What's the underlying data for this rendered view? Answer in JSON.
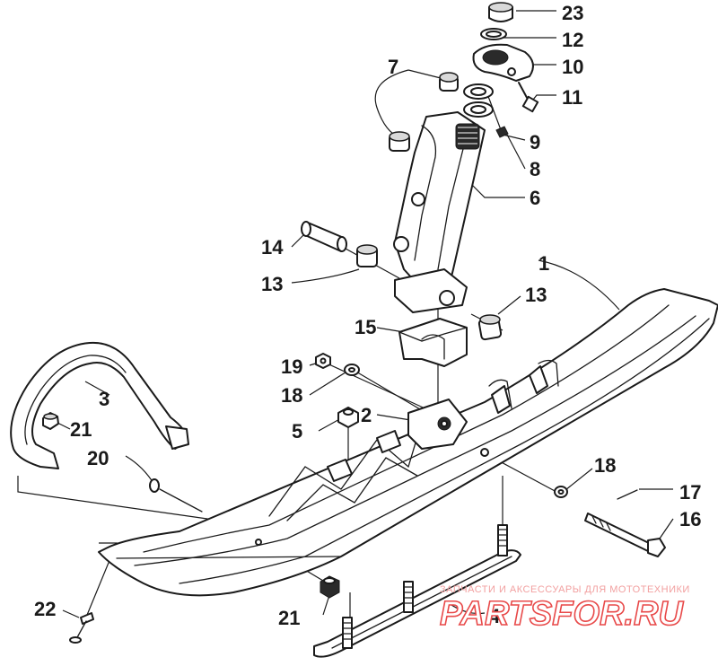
{
  "labels": {
    "l23": "23",
    "l12": "12",
    "l10": "10",
    "l11": "11",
    "l7": "7",
    "l9": "9",
    "l8": "8",
    "l6": "6",
    "l14": "14",
    "l13a": "13",
    "l1": "1",
    "l13b": "13",
    "l15": "15",
    "l19": "19",
    "l18a": "18",
    "l2": "2",
    "l5": "5",
    "l3": "3",
    "l21a": "21",
    "l20": "20",
    "l18b": "18",
    "l17": "17",
    "l16": "16",
    "l22": "22",
    "l21b": "21",
    "l4": "4"
  },
  "watermark": {
    "tagline": "ЗАПЧАСТИ И АКСЕССУАРЫ ДЛЯ МОТОТЕХНИКИ",
    "brand": "PARTSFOR.RU"
  },
  "colors": {
    "line": "#1a1a1a",
    "watermark": "#e84a4a"
  }
}
